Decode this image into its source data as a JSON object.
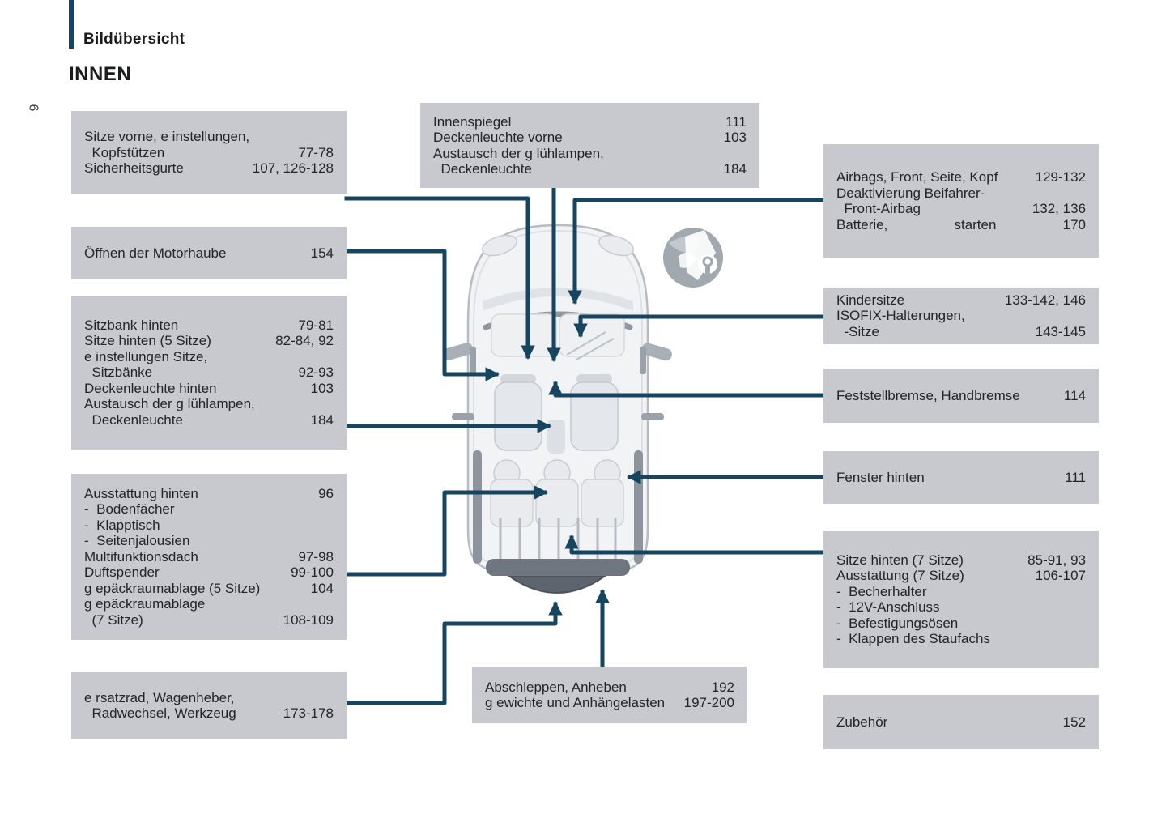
{
  "header": {
    "title": "Bildübersicht",
    "section": "INNEN",
    "page_number": "6"
  },
  "icons": {
    "vehicle_badge": "fuel-nozzle-and-key-icon",
    "vehicle": "van-top-view-illustration"
  },
  "colors": {
    "accent_navy": "#17455f",
    "callout_gray": "#c8c9cf"
  },
  "callouts": {
    "sitze_vorne": {
      "lines": [
        {
          "label": "Sitze vorne, e instellungen,"
        },
        {
          "label": "  Kopfstützen",
          "num": "77-78"
        },
        {
          "label": "Sicherheitsgurte",
          "num": "107, 126-128"
        }
      ]
    },
    "innenspiegel": {
      "lines": [
        {
          "label": "Innenspiegel",
          "num": "111"
        },
        {
          "label": "Deckenleuchte vorne",
          "num": "103"
        },
        {
          "label": "Austausch der g lühlampen,"
        },
        {
          "label": "  Deckenleuchte",
          "num": "184"
        }
      ]
    },
    "airbags": {
      "lines": [
        {
          "label": "Airbags, Front, Seite, Kopf",
          "num": "129-132"
        },
        {
          "label": "Deaktivierung Beifahrer-"
        },
        {
          "label": "  Front-Airbag",
          "num": "132, 136"
        },
        {
          "label": "Batterie,",
          "mid": "starten",
          "num": "170"
        }
      ]
    },
    "motorhaube": {
      "lines": [
        {
          "label": "Öffnen der Motorhaube",
          "num": "154"
        }
      ]
    },
    "kindersitze": {
      "lines": [
        {
          "label": "Kindersitze",
          "num": "133-142, 146"
        },
        {
          "label": "ISOFIX-Halterungen,"
        },
        {
          "label": "  -Sitze",
          "num": "143-145"
        }
      ]
    },
    "sitzbank": {
      "lines": [
        {
          "label": "Sitzbank hinten",
          "num": "79-81"
        },
        {
          "label": "Sitze hinten (5 Sitze)",
          "num": "82-84, 92"
        },
        {
          "label": "e instellungen Sitze,"
        },
        {
          "label": "  Sitzbänke",
          "num": "92-93"
        },
        {
          "label": "Deckenleuchte hinten",
          "num": "103"
        },
        {
          "label": "Austausch der g lühlampen,"
        },
        {
          "label": "  Deckenleuchte",
          "num": "184"
        }
      ]
    },
    "feststellbremse": {
      "lines": [
        {
          "label": "Feststellbremse, Handbremse",
          "num": "114"
        }
      ]
    },
    "fenster": {
      "lines": [
        {
          "label": "Fenster hinten",
          "num": "111"
        }
      ]
    },
    "ausstattung": {
      "lines": [
        {
          "label": "Ausstattung hinten",
          "num": "96"
        },
        {
          "label": "-  Bodenfächer"
        },
        {
          "label": "-  Klapptisch"
        },
        {
          "label": "-  Seitenjalousien"
        },
        {
          "label": "Multifunktionsdach",
          "num": "97-98"
        },
        {
          "label": "Duftspender",
          "num": "99-100"
        },
        {
          "label": "g epäckraumablage (5 Sitze)",
          "num": "104"
        },
        {
          "label": "g epäckraumablage"
        },
        {
          "label": "  (7 Sitze)",
          "num": "108-109"
        }
      ]
    },
    "sitze7": {
      "lines": [
        {
          "label": "Sitze hinten (7 Sitze)",
          "num": "85-91, 93"
        },
        {
          "label": "Ausstattung (7 Sitze)",
          "num": "106-107"
        },
        {
          "label": "-  Becherhalter"
        },
        {
          "label": "-  12V-Anschluss"
        },
        {
          "label": "-  Befestigungsösen"
        },
        {
          "label": "-  Klappen des Staufachs"
        }
      ]
    },
    "ersatzrad": {
      "lines": [
        {
          "label": "e rsatzrad, Wagenheber,"
        },
        {
          "label": "  Radwechsel, Werkzeug",
          "num": "173-178"
        }
      ]
    },
    "abschleppen": {
      "lines": [
        {
          "label": "Abschleppen, Anheben",
          "num": "192"
        },
        {
          "label": "g ewichte und Anhängelasten",
          "num": "197-200"
        }
      ]
    },
    "zubehoer": {
      "lines": [
        {
          "label": "Zubehör",
          "num": "152"
        }
      ]
    }
  }
}
